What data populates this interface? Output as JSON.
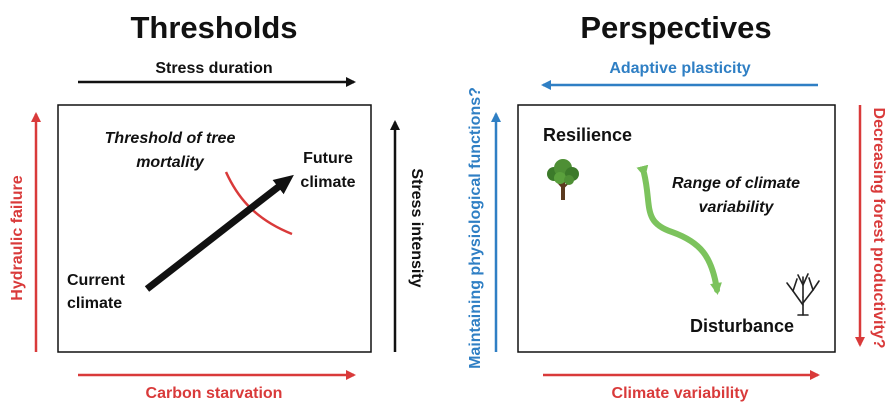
{
  "colors": {
    "black": "#111111",
    "red": "#d93a3a",
    "blue": "#2f7fc4",
    "green": "#7cc35d",
    "tree_green": "#3c7a2a"
  },
  "left_panel": {
    "title": "Thresholds",
    "top_axis": "Stress duration",
    "right_axis": "Stress intensity",
    "left_axis": "Hydraulic failure",
    "bottom_axis": "Carbon starvation",
    "threshold_label_line1": "Threshold of tree",
    "threshold_label_line2": "mortality",
    "start_label_line1": "Current",
    "start_label_line2": "climate",
    "end_label_line1": "Future",
    "end_label_line2": "climate"
  },
  "right_panel": {
    "title": "Perspectives",
    "top_axis": "Adaptive plasticity",
    "left_axis": "Maintaining physiological functions?",
    "right_axis": "Decreasing forest productivity?",
    "bottom_axis": "Climate variability",
    "resilience_label": "Resilience",
    "disturbance_label": "Disturbance",
    "range_label_line1": "Range of climate",
    "range_label_line2": "variability",
    "healthy_tree_icon": "healthy-tree-icon",
    "dead_tree_icon": "dead-tree-icon"
  }
}
